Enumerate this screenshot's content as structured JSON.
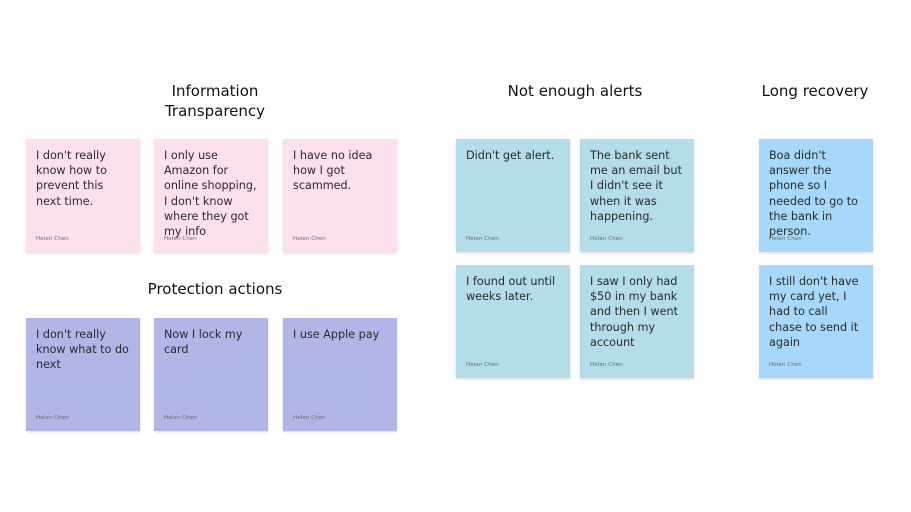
{
  "board": {
    "groups": [
      {
        "title": "Information\nTransparency",
        "color": "#fde0ed",
        "notes": [
          {
            "text": "I don't really know how to prevent this next time.",
            "author": "Helen Chen"
          },
          {
            "text": "I only use Amazon for online shopping, I don't know where they got my info",
            "author": "Helen Chen"
          },
          {
            "text": "I have no idea how I got scammed.",
            "author": "Helen Chen"
          }
        ]
      },
      {
        "title": "Protection actions",
        "color": "#b1b6e7",
        "notes": [
          {
            "text": "I don't really know what to do next",
            "author": "Helen Chen"
          },
          {
            "text": "Now I lock my card",
            "author": "Helen Chen"
          },
          {
            "text": "I use Apple pay",
            "author": "Helen Chen"
          }
        ]
      },
      {
        "title": "Not enough alerts",
        "color": "#b2dde9",
        "notes": [
          {
            "text": "Didn't get alert.",
            "author": "Helen Chen"
          },
          {
            "text": "The bank sent me an email but I didn't see it when it was happening.",
            "author": "Helen Chen"
          },
          {
            "text": "I found out until weeks later.",
            "author": "Helen Chen"
          },
          {
            "text": "I saw I only had $50 in my bank and then I went through my account",
            "author": "Helen Chen"
          }
        ]
      },
      {
        "title": "Long recovery",
        "color": "#a7d8f9",
        "notes": [
          {
            "text": "Boa didn't answer the phone so I needed to go to the bank in person.",
            "author": "Helen Chen"
          },
          {
            "text": "I still don't have my card yet, I had to call chase to send it again",
            "author": "Helen Chen"
          }
        ]
      }
    ]
  }
}
